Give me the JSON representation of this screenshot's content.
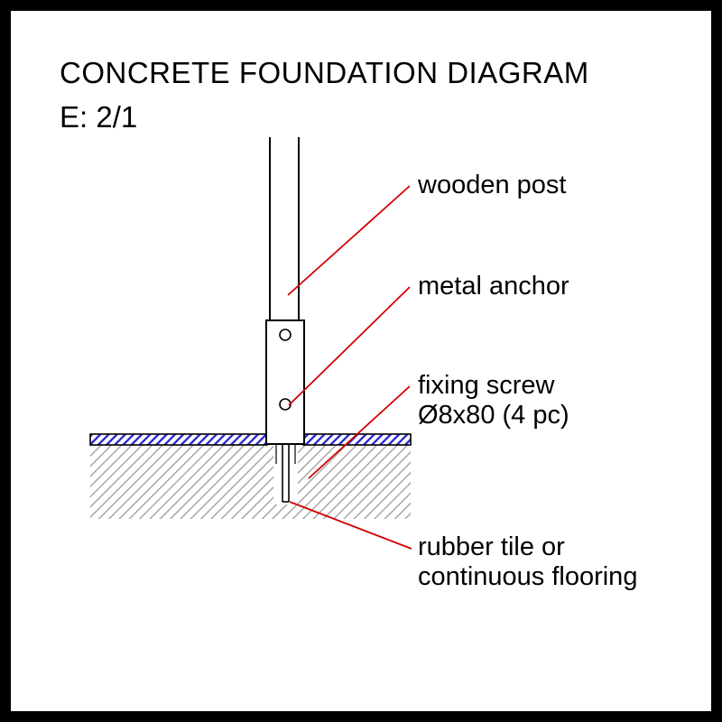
{
  "header": {
    "title": "CONCRETE FOUNDATION DIAGRAM",
    "scale": "E: 2/1"
  },
  "labels": {
    "wooden_post": "wooden post",
    "metal_anchor": "metal anchor",
    "fixing_screw_line1": "fixing screw",
    "fixing_screw_line2": "Ø8x80 (4 pc)",
    "rubber_line1": "rubber tile or",
    "rubber_line2": "continuous flooring"
  },
  "colors": {
    "leader_line": "#d40000",
    "tile_hatch": "#2323cf",
    "concrete_hatch": "#999999",
    "outline": "#000000",
    "frame": "#000000",
    "background": "#ffffff"
  }
}
